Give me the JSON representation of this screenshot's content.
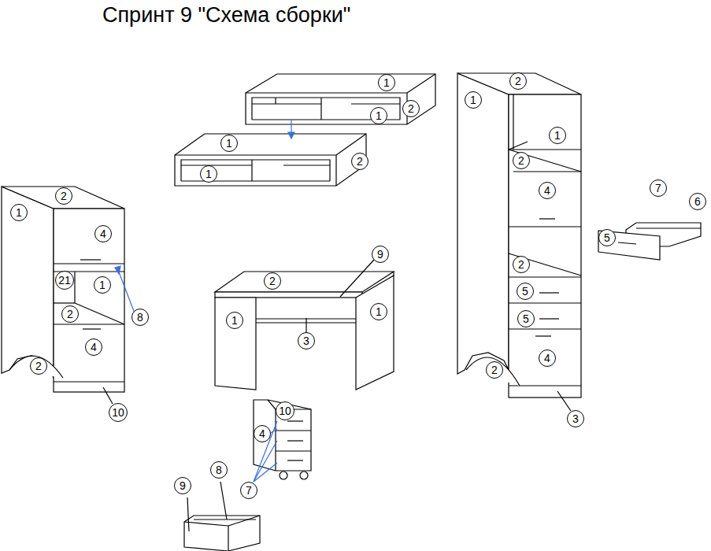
{
  "diagram": {
    "title": "Спринт 9 \"Схема сборки\"",
    "labels": [
      "1",
      "2",
      "1",
      "1",
      "2",
      "1",
      "2",
      "1",
      "1",
      "2",
      "4",
      "2",
      "5",
      "5",
      "4",
      "2",
      "3",
      "7",
      "6",
      "5",
      "2",
      "1",
      "4",
      "21",
      "1",
      "8",
      "2",
      "4",
      "2",
      "10",
      "9",
      "2",
      "1",
      "1",
      "3",
      "10",
      "4",
      "7",
      "9",
      "8"
    ]
  }
}
